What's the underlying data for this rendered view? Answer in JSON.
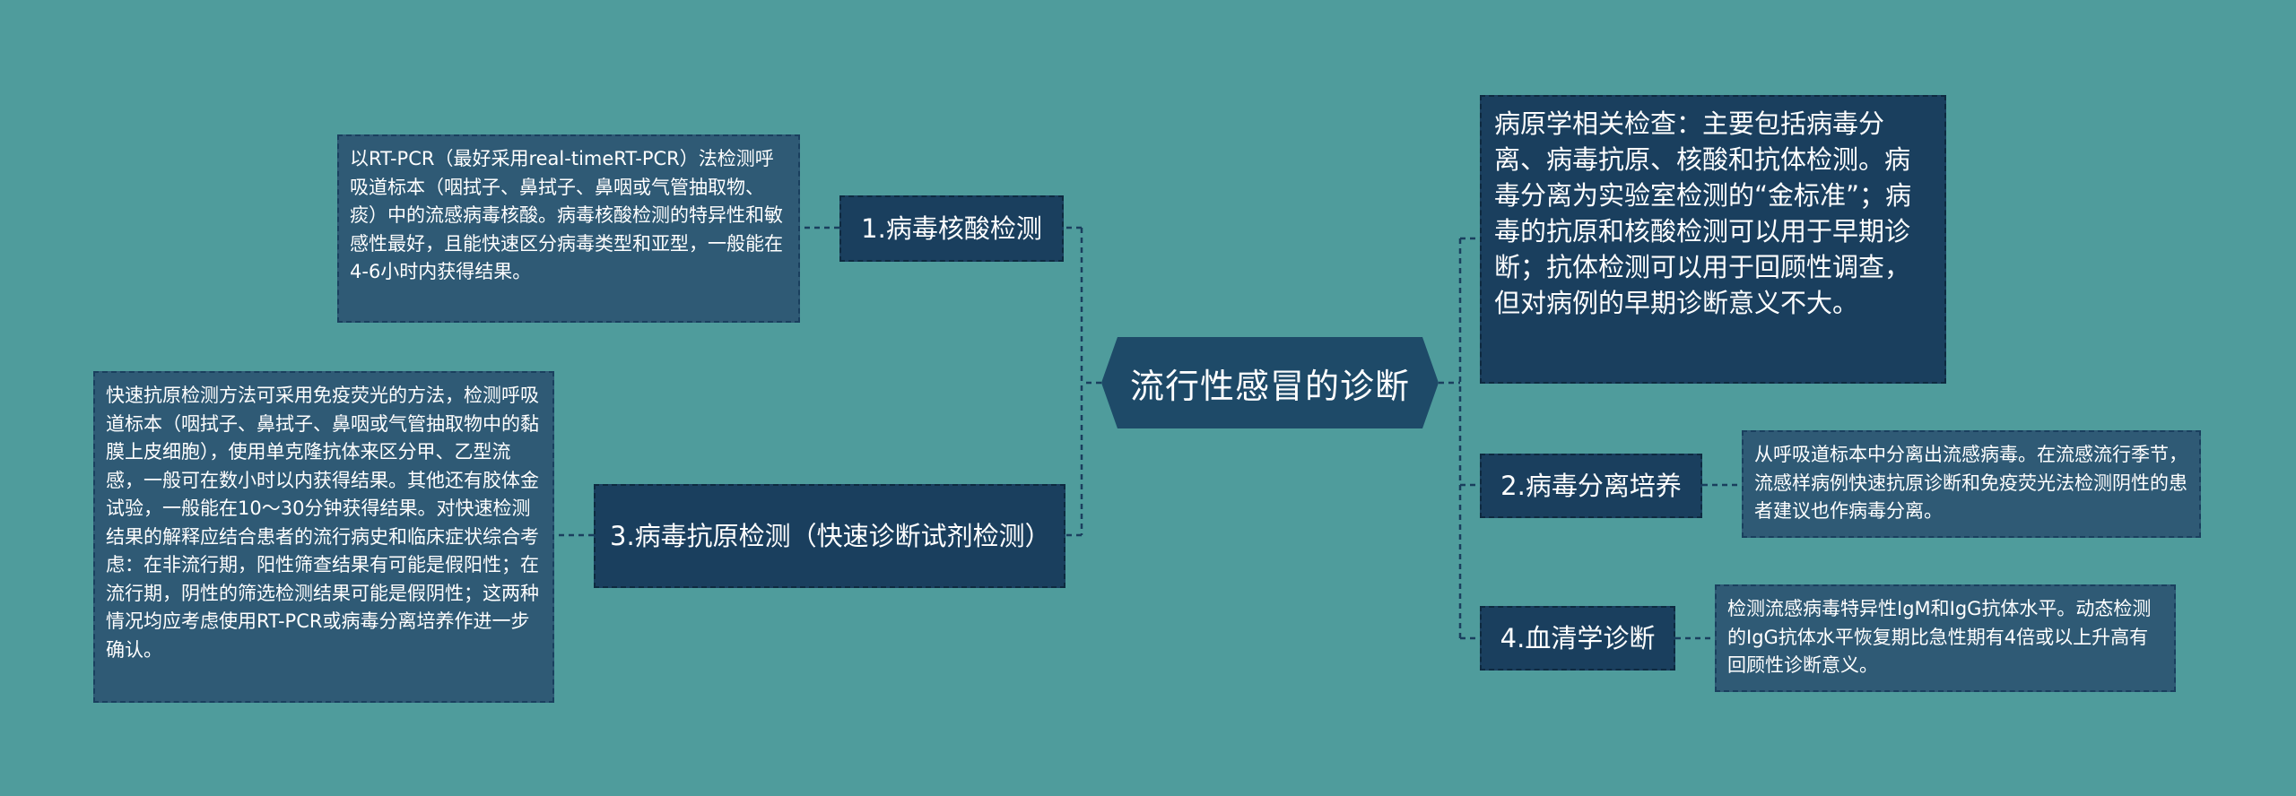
{
  "root": {
    "title": "流行性感冒的诊断"
  },
  "branches": [
    {
      "label": "1.病毒核酸检测",
      "detail": "以RT-PCR（最好采用real-timeRT-PCR）法检测呼吸道标本（咽拭子、鼻拭子、鼻咽或气管抽取物、痰）中的流感病毒核酸。病毒核酸检测的特异性和敏感性最好，且能快速区分病毒类型和亚型，一般能在4-6小时内获得结果。"
    },
    {
      "label": "3.病毒抗原检测（快速诊断试剂检测）",
      "detail": "快速抗原检测方法可采用免疫荧光的方法，检测呼吸道标本（咽拭子、鼻拭子、鼻咽或气管抽取物中的黏膜上皮细胞），使用单克隆抗体来区分甲、乙型流感，一般可在数小时以内获得结果。其他还有胶体金试验，一般能在10～30分钟获得结果。对快速检测结果的解释应结合患者的流行病史和临床症状综合考虑：在非流行期，阳性筛查结果有可能是假阳性；在流行期，阴性的筛选检测结果可能是假阴性；这两种情况均应考虑使用RT-PCR或病毒分离培养作进一步确认。"
    },
    {
      "label": "病原学相关检查：主要包括病毒分离、病毒抗原、核酸和抗体检测。病毒分离为实验室检测的“金标准”；病毒的抗原和核酸检测可以用于早期诊断；抗体检测可以用于回顾性调查，但对病例的早期诊断意义不大。"
    },
    {
      "label": "2.病毒分离培养",
      "detail": "从呼吸道标本中分离出流感病毒。在流感流行季节，流感样病例快速抗原诊断和免疫荧光法检测阴性的患者建议也作病毒分离。"
    },
    {
      "label": "4.血清学诊断",
      "detail": "检测流感病毒特异性IgM和IgG抗体水平。动态检测的IgG抗体水平恢复期比急性期有4倍或以上升高有回顾性诊断意义。"
    }
  ]
}
